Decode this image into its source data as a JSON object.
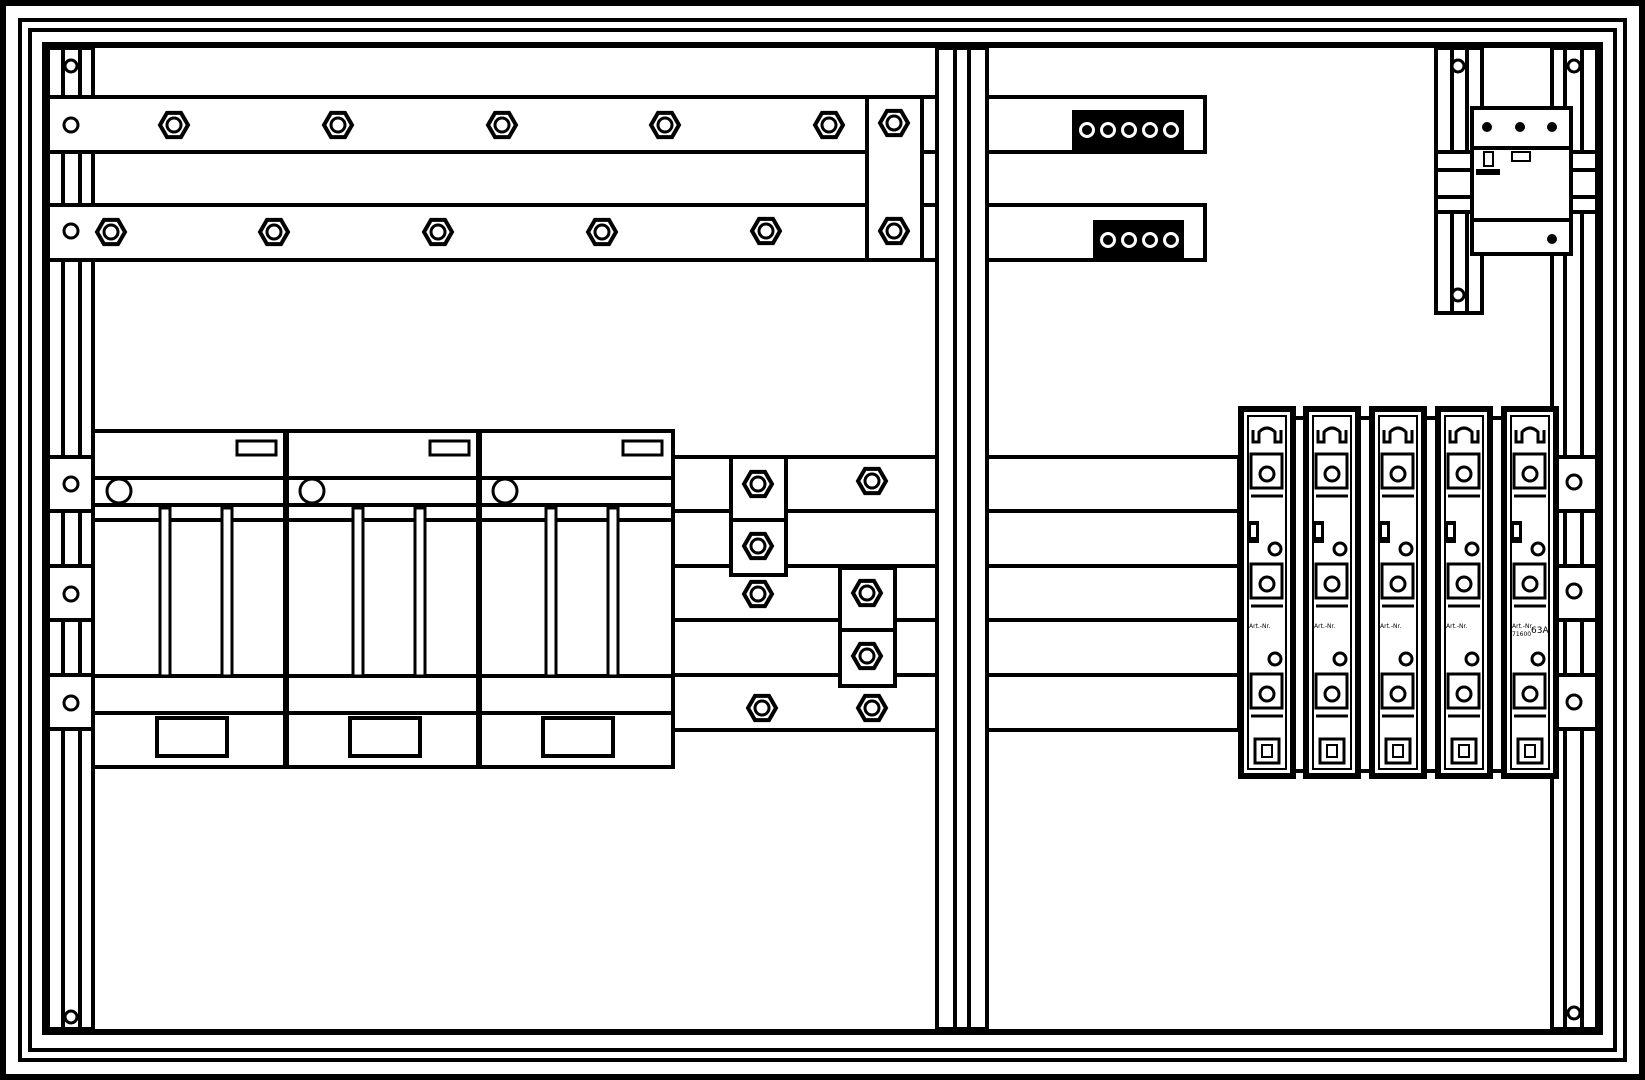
{
  "fuse_holders": [
    {
      "label": "Art.-Nr."
    },
    {
      "label": "Art.-Nr."
    },
    {
      "label": "Art.-Nr."
    },
    {
      "label": "Art.-Nr."
    },
    {
      "label": "Art.-Nr.",
      "sublabel": "71600",
      "rating": "63A"
    }
  ],
  "colors": {
    "line": "#000000",
    "background": "#ffffff"
  }
}
